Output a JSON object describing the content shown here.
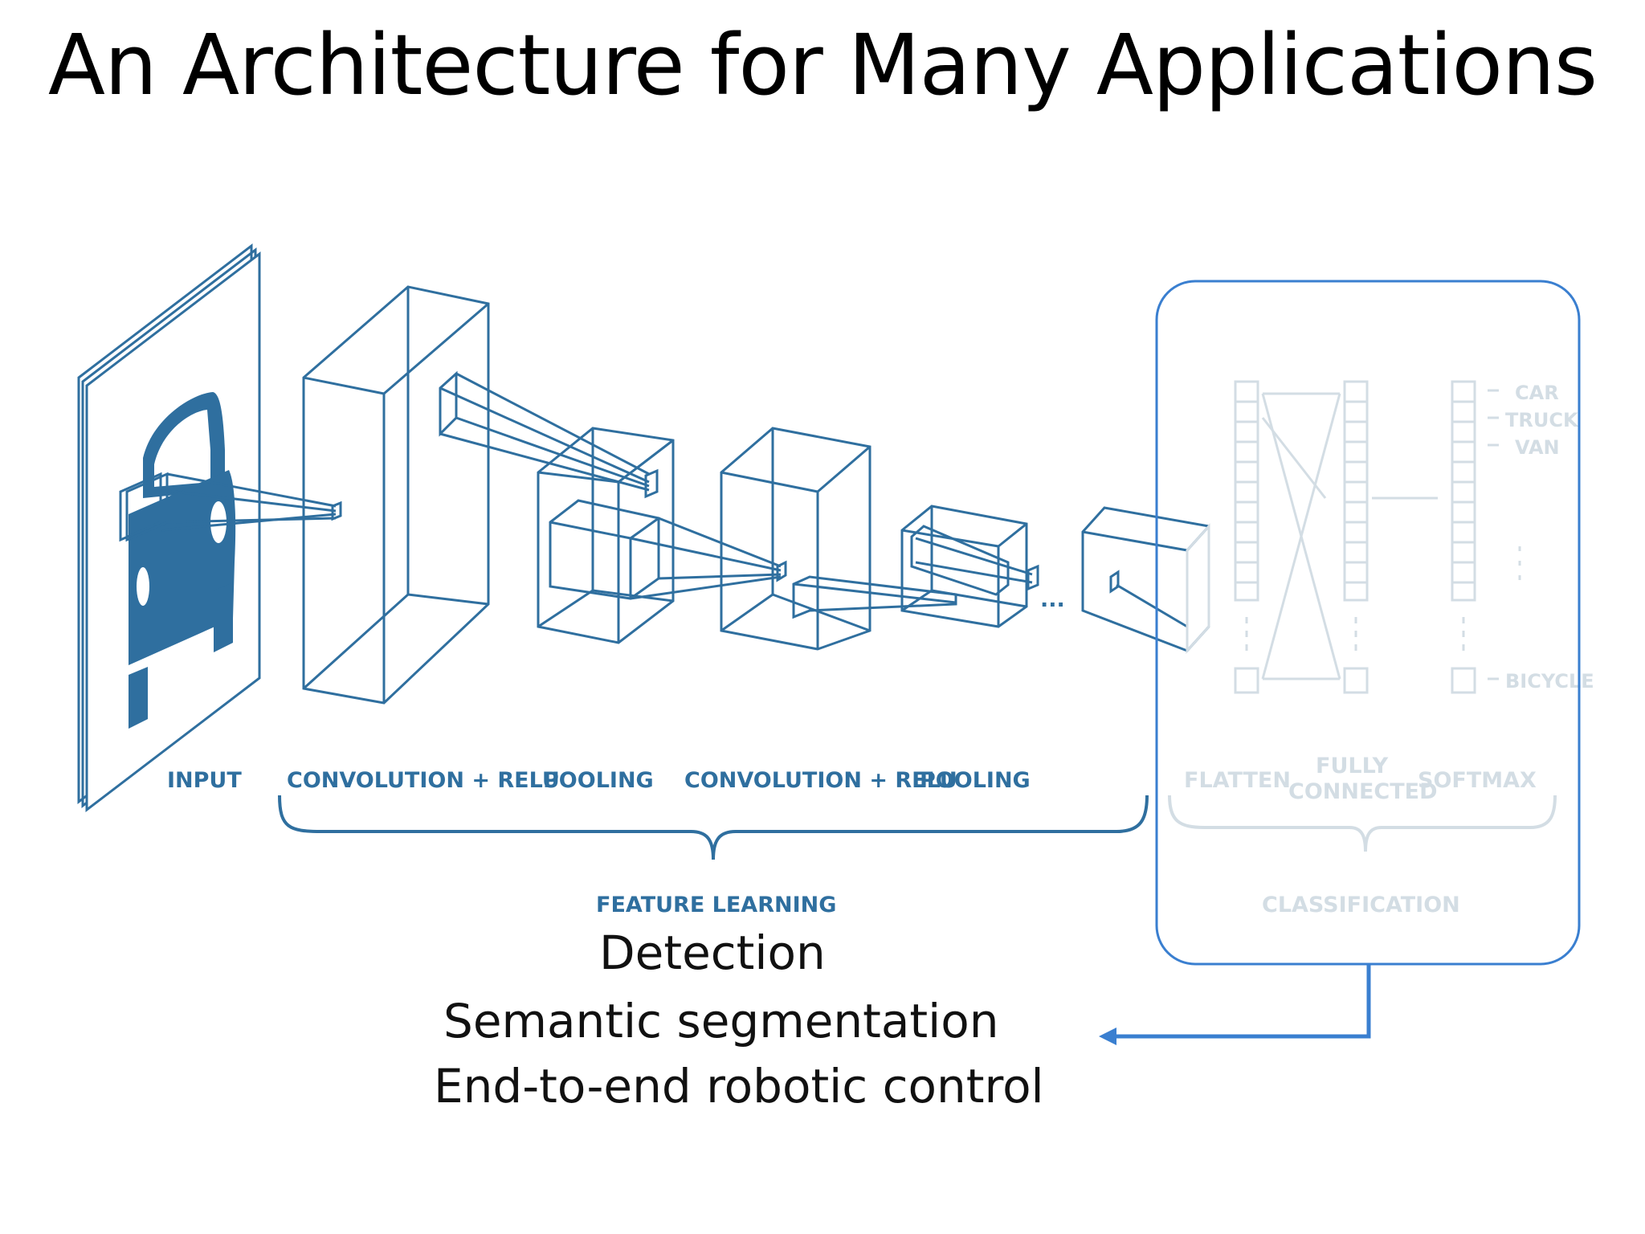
{
  "slide": {
    "title": "An Architecture for Many Applications"
  },
  "diagram": {
    "stage_labels": {
      "input": "INPUT",
      "conv1": "CONVOLUTION + RELU",
      "pool1": "POOLING",
      "conv2": "CONVOLUTION + RELU",
      "pool2": "POOLING",
      "flatten": "FLATTEN",
      "fully_connected_line1": "FULLY",
      "fully_connected_line2": "CONNECTED",
      "softmax": "SOFTMAX"
    },
    "group_labels": {
      "feature_learning": "FEATURE LEARNING",
      "classification": "CLASSIFICATION"
    },
    "ellipsis": "...",
    "classes": [
      "CAR",
      "TRUCK",
      "VAN",
      "BICYCLE"
    ],
    "colors": {
      "primary": "#2f6f9f",
      "faded": "#d3dde4",
      "highlight_box": "#3a7fd0"
    }
  },
  "applications": [
    "Detection",
    "Semantic segmentation",
    "End-to-end robotic control"
  ]
}
